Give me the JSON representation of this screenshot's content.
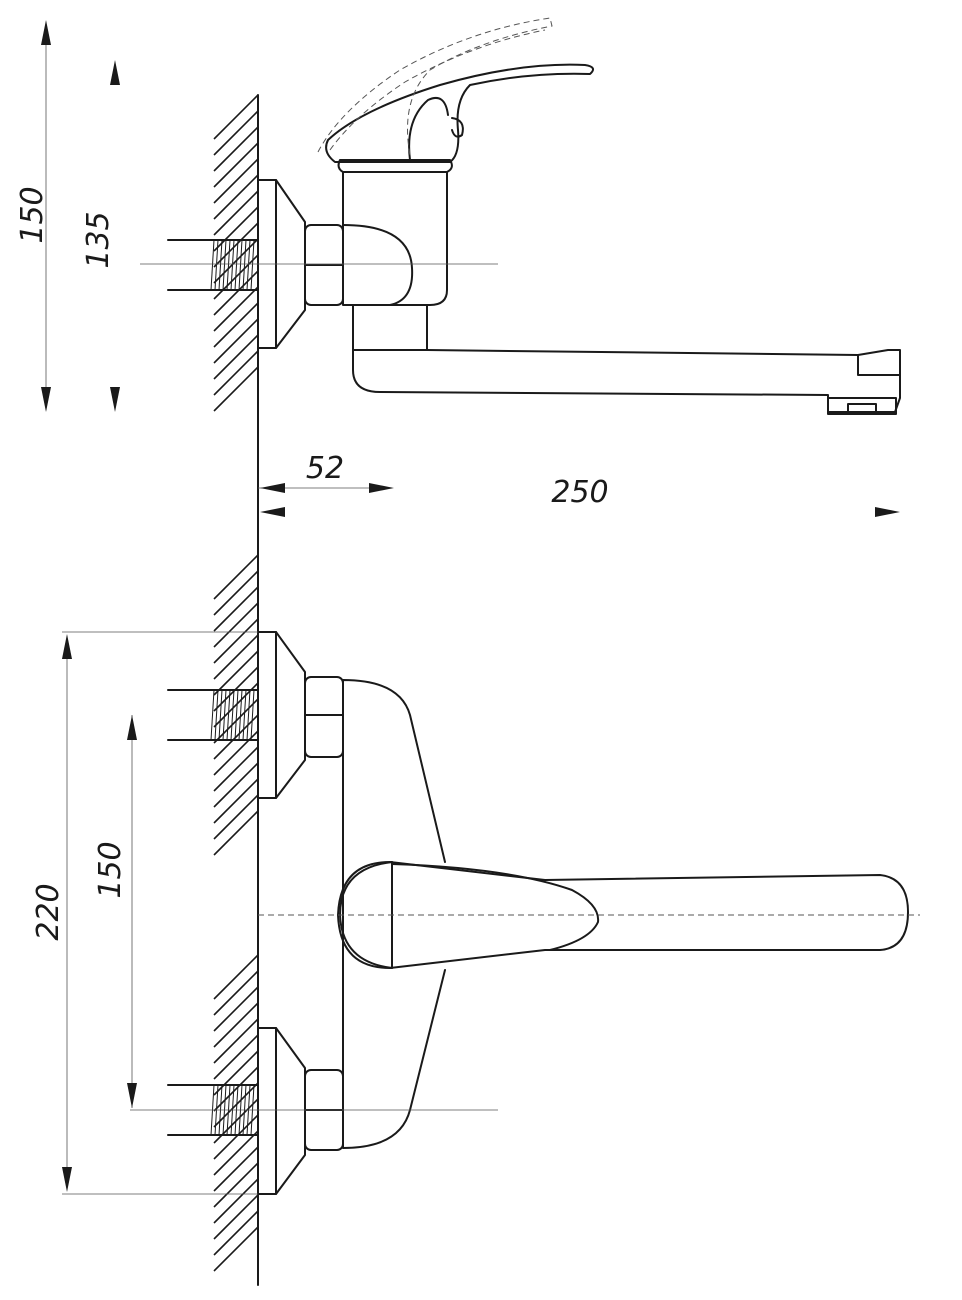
{
  "dimensions": {
    "overall_height_side": "150",
    "inlet_height_side": "135",
    "wall_to_body": "52",
    "spout_reach": "250",
    "overall_height_front": "220",
    "inlet_spacing": "150"
  }
}
